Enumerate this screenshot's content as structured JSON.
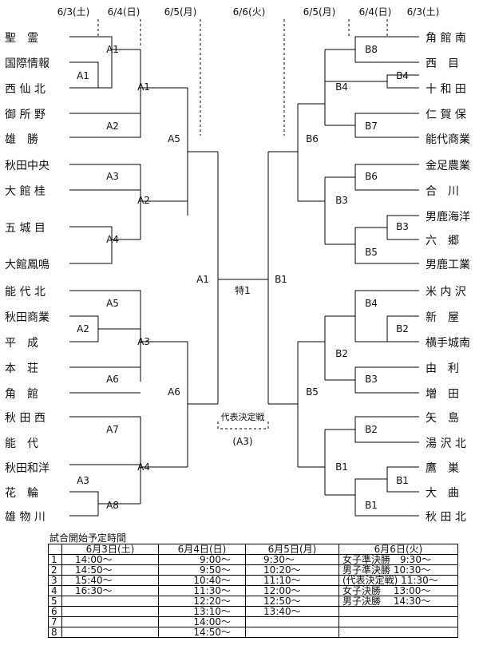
{
  "dates_top": {
    "d1": "6/3(土)",
    "d2": "6/4(日)",
    "d3": "6/5(月)",
    "d4": "6/6(火)",
    "d5": "6/5(月)",
    "d6": "6/4(日)",
    "d7": "6/3(土)"
  },
  "left_teams": [
    "聖　霊",
    "国際情報",
    "西 仙 北",
    "御 所 野",
    "雄　勝",
    "秋田中央",
    "大 館 桂",
    "五 城 目",
    "大館鳳鳴",
    "能 代 北",
    "秋田商業",
    "平　成",
    "本　荘",
    "角　館",
    "秋 田 西",
    "能　代",
    "秋田和洋",
    "花　輪",
    "雄 物 川"
  ],
  "right_teams": [
    "角 館 南",
    "西　目",
    "十 和 田",
    "仁 賀 保",
    "能代商業",
    "金足農業",
    "合　川",
    "男鹿海洋",
    "六　郷",
    "男鹿工業",
    "米 内 沢",
    "新　屋",
    "横手城南",
    "由　利",
    "増　田",
    "矢　島",
    "湯 沢 北",
    "鷹　巣",
    "大　曲",
    "秋 田 北"
  ],
  "match_labels": {
    "l_a1_r1": "A1",
    "l_a1_r2": "A1",
    "l_a1_r3": "A1",
    "l_a2_r2": "A2",
    "l_a2_r3": "A2",
    "l_a3_r2": "A3",
    "l_a4_r2": "A4",
    "l_a5_r3": "A5",
    "l_a1_semi": "A1",
    "l_a5_r2": "A5",
    "l_a2_r1": "A2",
    "l_a3_r3": "A3",
    "l_a6_r2": "A6",
    "l_a6_r3": "A6",
    "l_a7_r2": "A7",
    "l_a4_r3": "A4",
    "l_a3_r1": "A3",
    "l_a8_r2": "A8",
    "final": "特1",
    "r_b8_r2": "B8",
    "r_b4_r1": "B4",
    "r_b4_r3": "B4",
    "r_b7_r2": "B7",
    "r_b6_r4": "B6",
    "r_b6_r2": "B6",
    "r_b3_r3": "B3",
    "r_b3_r1": "B3",
    "r_b5_r2": "B5",
    "r_b1_semi": "B1",
    "r_b4_r2": "B4",
    "r_b2_r1": "B2",
    "r_b2_r3": "B2",
    "r_b3_r2": "B3",
    "r_b5_r4": "B5",
    "r_b2_r2": "B2",
    "r_b1_r3": "B1",
    "r_b1_r1": "B1",
    "r_b1_r2": "B1"
  },
  "playoff": {
    "label": "代表決定戦",
    "code": "(A3)"
  },
  "schedule": {
    "title": "試合開始予定時間",
    "headers": [
      "6月3日(土)",
      "6月4日(日)",
      "6月5日(月)",
      "6月6日(火)"
    ],
    "rows": [
      {
        "n": "1",
        "d1": "14:00〜",
        "d2": "9:00〜",
        "d3": "9:30〜",
        "d4": "女子準決勝　9:30〜"
      },
      {
        "n": "2",
        "d1": "14:50〜",
        "d2": "9:50〜",
        "d3": "10:20〜",
        "d4": "男子準決勝 10:30〜"
      },
      {
        "n": "3",
        "d1": "15:40〜",
        "d2": "10:40〜",
        "d3": "11:10〜",
        "d4": "(代表決定戦) 11:30〜"
      },
      {
        "n": "4",
        "d1": "16:30〜",
        "d2": "11:30〜",
        "d3": "12:00〜",
        "d4": "女子決勝　 13:00〜"
      },
      {
        "n": "5",
        "d1": "",
        "d2": "12:20〜",
        "d3": "12:50〜",
        "d4": "男子決勝　 14:30〜"
      },
      {
        "n": "6",
        "d1": "",
        "d2": "13:10〜",
        "d3": "13:40〜",
        "d4": ""
      },
      {
        "n": "7",
        "d1": "",
        "d2": "14:00〜",
        "d3": "",
        "d4": ""
      },
      {
        "n": "8",
        "d1": "",
        "d2": "14:50〜",
        "d3": "",
        "d4": ""
      }
    ]
  }
}
